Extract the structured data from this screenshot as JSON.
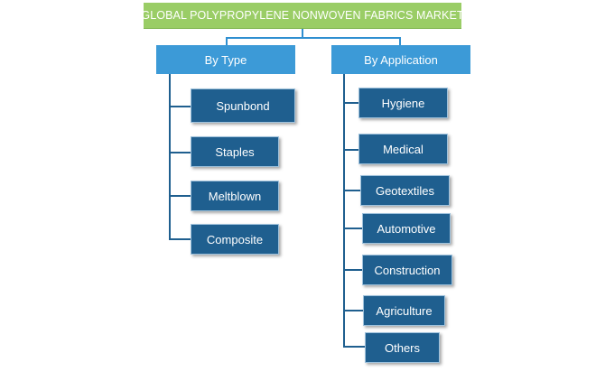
{
  "title": "GLOBAL POLYPROPYLENE NONWOVEN FABRICS MARKET",
  "branches": [
    {
      "label": "By Type",
      "items": [
        "Spunbond",
        "Staples",
        "Meltblown",
        "Composite"
      ]
    },
    {
      "label": "By Application",
      "items": [
        "Hygiene",
        "Medical",
        "Geotextiles",
        "Automotive",
        "Construction",
        "Agriculture",
        "Others"
      ]
    }
  ],
  "colors": {
    "title_bg": "#9acd66",
    "category_bg": "#3c9ad7",
    "item_bg": "#1f5f8f",
    "connector": "#2f8fd0"
  }
}
